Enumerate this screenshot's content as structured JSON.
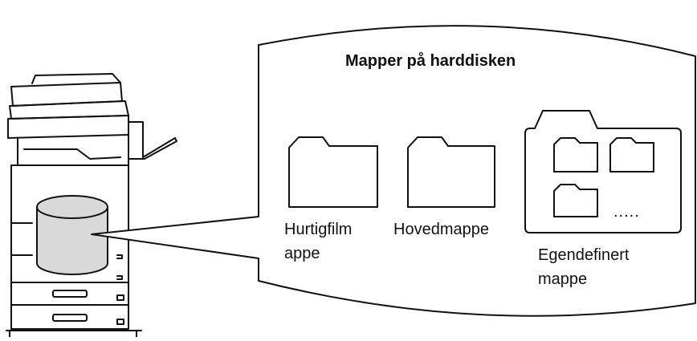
{
  "diagram": {
    "title": "Mapper på harddisken",
    "folders": [
      {
        "label_line1": "Hurtigfilm",
        "label_line2": "appe"
      },
      {
        "label_line1": "Hovedmappe"
      },
      {
        "label_line1": "Egendefinert",
        "label_line2": "mappe"
      }
    ],
    "more_indicator": "....."
  },
  "colors": {
    "line": "#111111",
    "disk_fill": "#d9d9d9",
    "background": "#ffffff"
  }
}
